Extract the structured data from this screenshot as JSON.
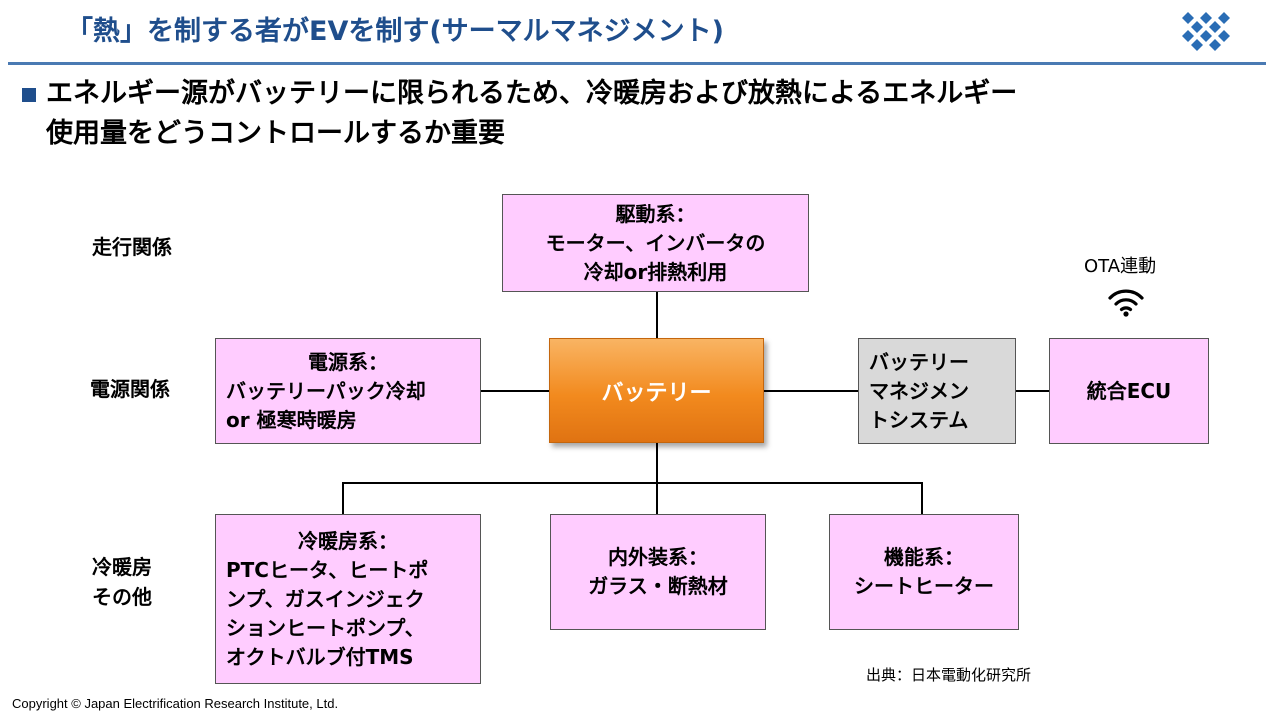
{
  "slide": {
    "title": "「熱」を制する者がEVを制す(サーマルマネジメント)",
    "headline": [
      "エネルギー源がバッテリーに限られるため、冷暖房および放熱によるエネルギー",
      "使用量をどうコントロールするか重要"
    ],
    "colors": {
      "title": "#1f4e8c",
      "box_fill": "#ffccff",
      "battery": "#f28a1e",
      "bms_fill": "#d9d9d9",
      "rule": "#4a7ab3"
    }
  },
  "row_labels": {
    "driving": "走行関係",
    "power": "電源関係",
    "hvac": [
      "冷暖房",
      "その他"
    ]
  },
  "nodes": {
    "drive": [
      "駆動系：",
      "モーター、インバータの",
      "冷却or排熱利用"
    ],
    "power": [
      "電源系：",
      "バッテリーパック冷却",
      "or 極寒時暖房"
    ],
    "battery": "バッテリー",
    "bms": [
      "バッテリー",
      "マネジメン",
      "トシステム"
    ],
    "ecu": "統合ECU",
    "hvac": [
      "冷暖房系：",
      "PTCヒータ、ヒートポ",
      "ンプ、ガスインジェク",
      "ションヒートポンプ、",
      "オクトバルブ付TMS"
    ],
    "interior": [
      "内外装系：",
      "ガラス・断熱材"
    ],
    "function": [
      "機能系：",
      "シートヒーター"
    ]
  },
  "ota": {
    "label": "OTA連動",
    "icon": "wifi-icon"
  },
  "footer": {
    "source": "出典：日本電動化研究所",
    "copyright": "Copyright © Japan Electrification Research Institute, Ltd."
  }
}
